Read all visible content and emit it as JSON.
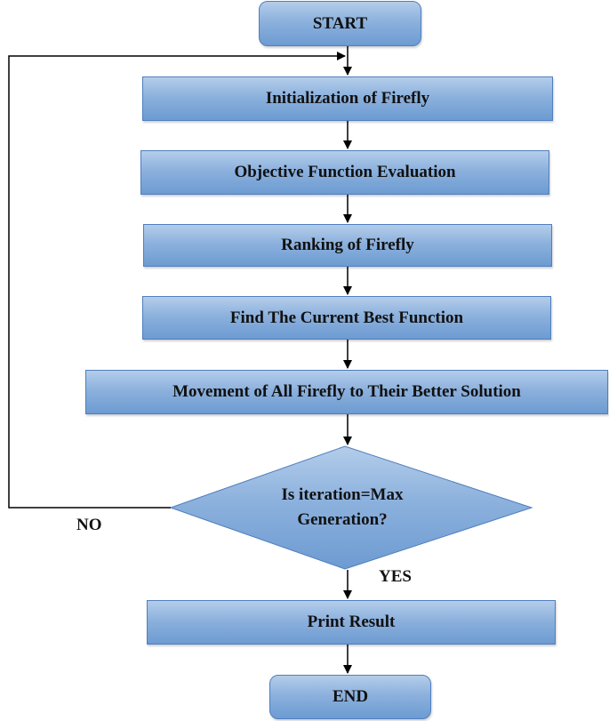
{
  "nodes": {
    "start": "START",
    "init": "Initialization of Firefly",
    "objective": "Objective Function Evaluation",
    "ranking": "Ranking of Firefly",
    "best": "Find The Current Best Function",
    "movement": "Movement of All Firefly to Their Better Solution",
    "decision_line1": "Is iteration=Max",
    "decision_line2": "Generation?",
    "print": "Print Result",
    "end": "END"
  },
  "edge_labels": {
    "no": "NO",
    "yes": "YES"
  },
  "colors": {
    "box_fill_top": "#b4cdea",
    "box_fill_bottom": "#6d9bd2",
    "box_border": "#4f7fbf"
  }
}
